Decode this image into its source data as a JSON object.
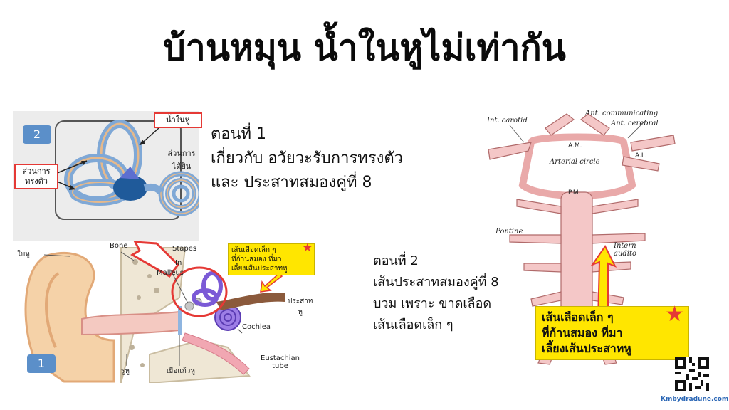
{
  "title": "บ้านหมุน น้ำในหูไม่เท่ากัน",
  "part1": {
    "line1": "ตอนที่ 1",
    "line2": "เกี่ยวกับ อวัยวะรับการทรงตัว",
    "line3": "และ ประสาทสมองคู่ที่ 8"
  },
  "part2": {
    "line1": "ตอนที่  2",
    "line2": "เส้นประสาทสมองคู่ที่ 8",
    "line3": "บวม เพราะ ขาดเลือด",
    "line4": "เส้นเลือดเล็ก ๆ"
  },
  "inner_ear": {
    "badge": "2",
    "fluid_label": "น้ำในหู",
    "balance_label_1": "ส่วนการ",
    "balance_label_2": "ทรงตัว",
    "hearing_label_1": "ส่วนการ",
    "hearing_label_2": "ได้ยิน"
  },
  "outer_ear": {
    "badge": "1",
    "pinna": "ใบหู",
    "bone": "Bone",
    "stapes": "Stapes",
    "incus": "In",
    "malleus": "Malleus",
    "nerve_1": "ประสาท",
    "nerve_2": "หู",
    "cochlea": "Cochlea",
    "ear_canal": "รูหู",
    "eardrum": "เยื่อแก้วหู",
    "eustachian_1": "Eustachian",
    "eustachian_2": "tube",
    "vessel_note_1": "เส้นเลือดเล็ก ๆ",
    "vessel_note_2": "ที่ก้านสมอง ที่มา",
    "vessel_note_3": "เลี้ยงเส้นประสาทหู"
  },
  "brain": {
    "int_carotid": "Int. carotid",
    "ant_communicating": "Ant. communicating",
    "ant_cerebral": "Ant. cerebral",
    "am": "A.M.",
    "arterial_circle": "Arterial circle",
    "al": "A.L.",
    "pm": "P.M.",
    "pontine": "Pontine",
    "internal_1": "Intern",
    "internal_2": "audito",
    "vessel_note_1": "เส้นเลือดเล็ก ๆ",
    "vessel_note_2": "ที่ก้านสมอง ที่มา",
    "vessel_note_3": "เลี้ยงเส้นประสาทหู"
  },
  "footer": "Kmbydradune.com"
}
